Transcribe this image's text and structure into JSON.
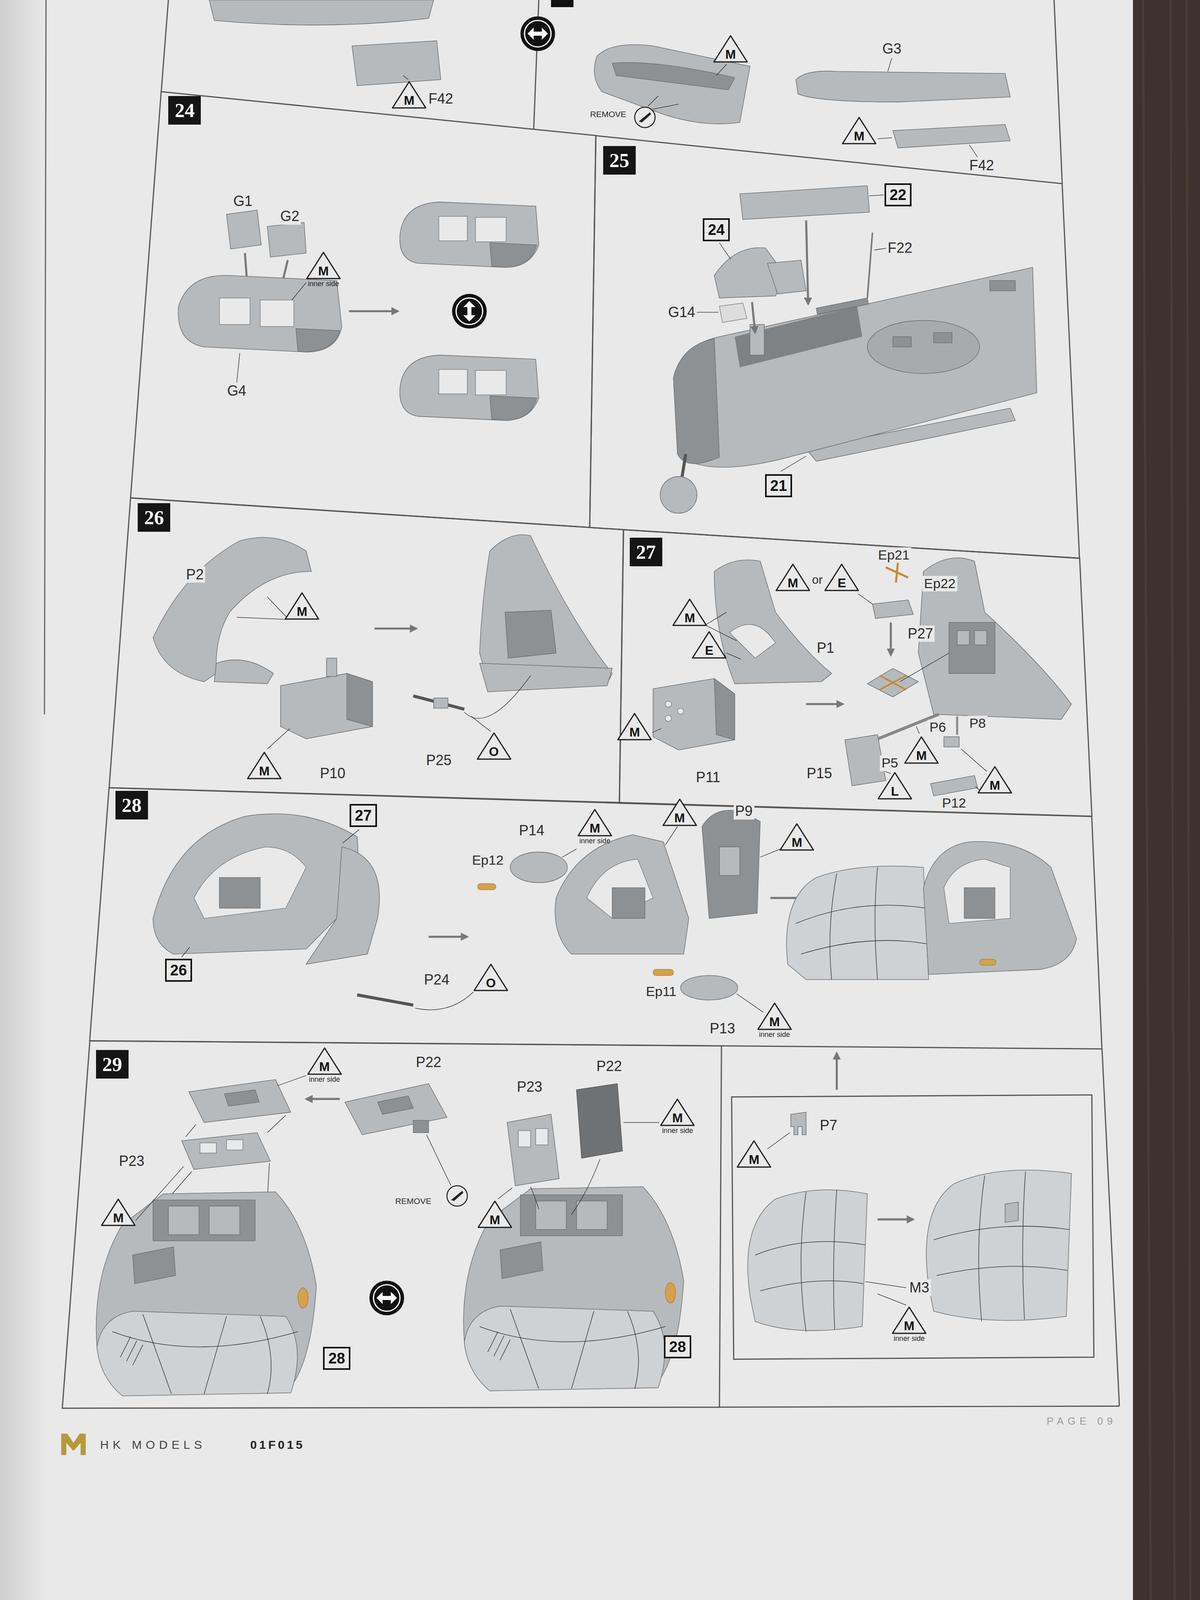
{
  "diagram": {
    "nodes": [
      {
        "text": [
          "M"
        ]
      },
      {
        "text": [
          "M"
        ]
      },
      {
        "text": [
          "M"
        ]
      },
      {
        "text": [
          "24"
        ]
      },
      {
        "text": [
          "M",
          "inner side"
        ],
        "in": 3
      },
      {
        "text": [
          "25"
        ]
      },
      {
        "text": [
          "22"
        ],
        "in": 5
      },
      {
        "text": [
          "24"
        ],
        "in": 5
      },
      {
        "text": [
          "21"
        ],
        "in": 5
      },
      {
        "text": [
          "26"
        ]
      },
      {
        "text": [
          "M"
        ],
        "in": 9
      },
      {
        "text": [
          "M"
        ],
        "in": 9
      },
      {
        "text": [
          "O"
        ],
        "in": 9
      },
      {
        "text": [
          "27"
        ]
      },
      {
        "text": [
          "M"
        ],
        "in": 13
      },
      {
        "text": [
          "E"
        ],
        "in": 13
      },
      {
        "text": [
          "M"
        ],
        "in": 13
      },
      {
        "text": [
          "E"
        ],
        "in": 13
      },
      {
        "text": [
          "M"
        ],
        "in": 13
      },
      {
        "text": [
          "M"
        ],
        "in": 13
      },
      {
        "text": [
          "M"
        ],
        "in": 13
      },
      {
        "text": [
          "L"
        ],
        "in": 13
      },
      {
        "text": [
          "28"
        ]
      },
      {
        "text": [
          "27"
        ],
        "in": 22
      },
      {
        "text": [
          "M"
        ],
        "in": 22
      },
      {
        "text": [
          "M",
          "inner side"
        ],
        "in": 22
      },
      {
        "text": [
          "M"
        ],
        "in": 22
      },
      {
        "text": [
          "26"
        ],
        "in": 22
      },
      {
        "text": [
          "O"
        ],
        "in": 22
      },
      {
        "text": [
          "M",
          "inner side"
        ],
        "in": 22
      },
      {
        "text": [
          "29"
        ]
      },
      {
        "text": [
          "M",
          "inner side"
        ],
        "in": 30
      },
      {
        "text": [
          "M",
          "inner side"
        ],
        "in": 30
      },
      {
        "text": [
          "M"
        ],
        "in": 30
      },
      {
        "text": [
          "M"
        ],
        "in": 30
      },
      {
        "text": [
          "28"
        ],
        "in": 30
      },
      {
        "text": [
          "28"
        ],
        "in": 30
      },
      {
        "text": [
          "M"
        ]
      },
      {
        "text": [
          "M",
          "inner side"
        ]
      }
    ],
    "labels": [
      "F42",
      "REMOVE",
      "G3",
      "F42",
      "G1",
      "G2",
      "G4",
      "F22",
      "G14",
      "P2",
      "P25",
      "P10",
      "Ep21",
      "or",
      "Ep22",
      "P27",
      "P1",
      "P8",
      "P6",
      "P5",
      "P15",
      "P11",
      "P12",
      "P9",
      "P14",
      "Ep12",
      "P24",
      "Ep11",
      "P13",
      "P22",
      "P22",
      "P23",
      "P23",
      "REMOVE",
      "P7",
      "M3",
      "HK MODELS",
      "01F015",
      "PAGE 09"
    ]
  }
}
